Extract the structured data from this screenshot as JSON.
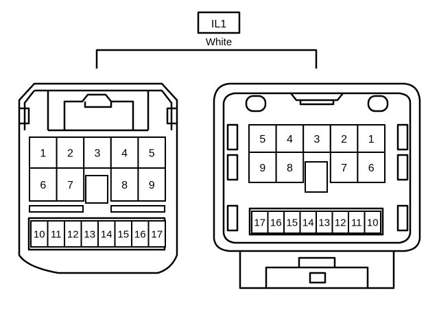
{
  "connector": {
    "code": "IL1",
    "color": "White"
  },
  "male": {
    "top_row": [
      "1",
      "2",
      "3",
      "4",
      "5"
    ],
    "mid_row": [
      "6",
      "7",
      "8",
      "9"
    ],
    "bottom_row": [
      "10",
      "11",
      "12",
      "13",
      "14",
      "15",
      "16",
      "17"
    ]
  },
  "female": {
    "top_row": [
      "5",
      "4",
      "3",
      "2",
      "1"
    ],
    "mid_row": [
      "9",
      "8",
      "7",
      "6"
    ],
    "bottom_row": [
      "17",
      "16",
      "15",
      "14",
      "13",
      "12",
      "11",
      "10"
    ]
  }
}
